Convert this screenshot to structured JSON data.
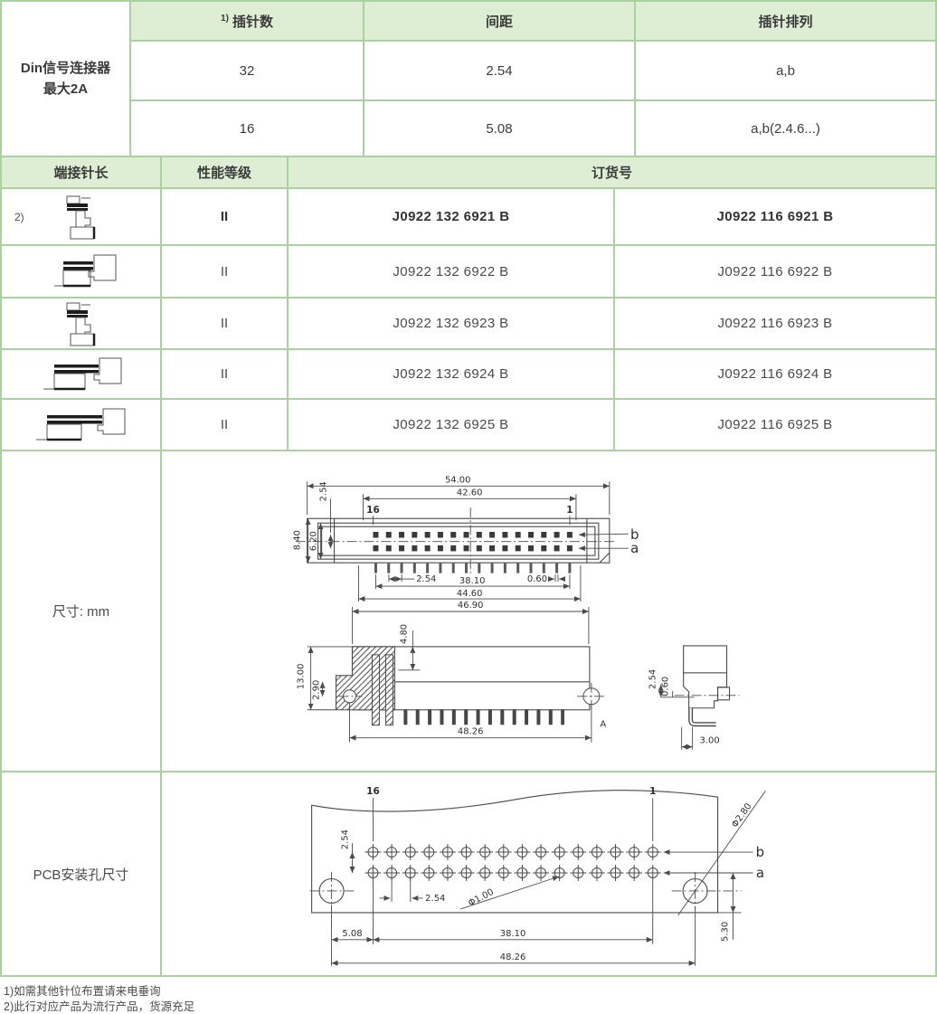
{
  "colors": {
    "header_bg": "#ddeed5",
    "border_green": "#abd0a2",
    "text": "#3b3b3b",
    "drawing_line": "#4a4a4a"
  },
  "product_table": {
    "product_name_line1": "Din信号连接器",
    "product_name_line2": "最大2A",
    "col_pins_prefix": "1)",
    "col_pins": "插针数",
    "col_pitch": "间距",
    "col_arrangement": "插针排列",
    "rows": [
      {
        "pins": "32",
        "pitch": "2.54",
        "arrangement": "a,b"
      },
      {
        "pins": "16",
        "pitch": "5.08",
        "arrangement": "a,b(2.4.6...)"
      }
    ]
  },
  "order_table": {
    "col_pin_length": "端接针长",
    "col_grade": "性能等级",
    "col_order": "订货号",
    "rows": [
      {
        "note": "2)",
        "icon": "right-angle-connector-icon",
        "grade": "II",
        "order_32": "J0922 132 6921 B",
        "order_16": "J0922 116 6921 B"
      },
      {
        "note": "",
        "icon": "straight-connector-icon",
        "grade": "II",
        "order_32": "J0922 132 6922 B",
        "order_16": "J0922 116 6922 B"
      },
      {
        "note": "",
        "icon": "right-angle-connector-icon",
        "grade": "II",
        "order_32": "J0922 132 6923 B",
        "order_16": "J0922 116 6923 B"
      },
      {
        "note": "",
        "icon": "straight-connector-icon",
        "grade": "II",
        "order_32": "J0922 132 6924 B",
        "order_16": "J0922 116 6924 B"
      },
      {
        "note": "",
        "icon": "straight-connector-icon",
        "grade": "II",
        "order_32": "J0922 132 6925 B",
        "order_16": "J0922 116 6925 B"
      }
    ]
  },
  "dimensions_section": {
    "label": "尺寸: mm",
    "front_view": {
      "width_total": "54.00",
      "width_inner": "42.60",
      "pin_last": "16",
      "pin_first": "1",
      "row_b": "b",
      "row_a": "a",
      "height_total": "8.40",
      "height_inner": "6.20",
      "row_pitch": "2.54",
      "pin_pitch": "2.54",
      "pin_width": "0.60",
      "span_pins": "38.10",
      "width_shroud": "44.60"
    },
    "side_view": {
      "width_body": "46.90",
      "depth_pin": "4.80",
      "height_body": "13.00",
      "offset_hole": "2.90",
      "span_holes": "48.26",
      "section_label": "A"
    },
    "profile_view": {
      "row_pitch": "2.54",
      "pin_width": "0.60",
      "pin_length": "3.00"
    }
  },
  "pcb_section": {
    "label": "PCB安装孔尺寸",
    "pin_last": "16",
    "pin_first": "1",
    "row_b": "b",
    "row_a": "a",
    "row_pitch": "2.54",
    "hole_pitch": "2.54",
    "hole_dia": "Φ1.00",
    "mount_dia": "Φ2.80",
    "offset_first": "5.08",
    "span_pins": "38.10",
    "span_mount": "48.26",
    "edge_offset": "5.30"
  },
  "footnotes": [
    "1)如需其他针位布置请来电垂询",
    "2)此行对应产品为流行产品，货源充足"
  ]
}
